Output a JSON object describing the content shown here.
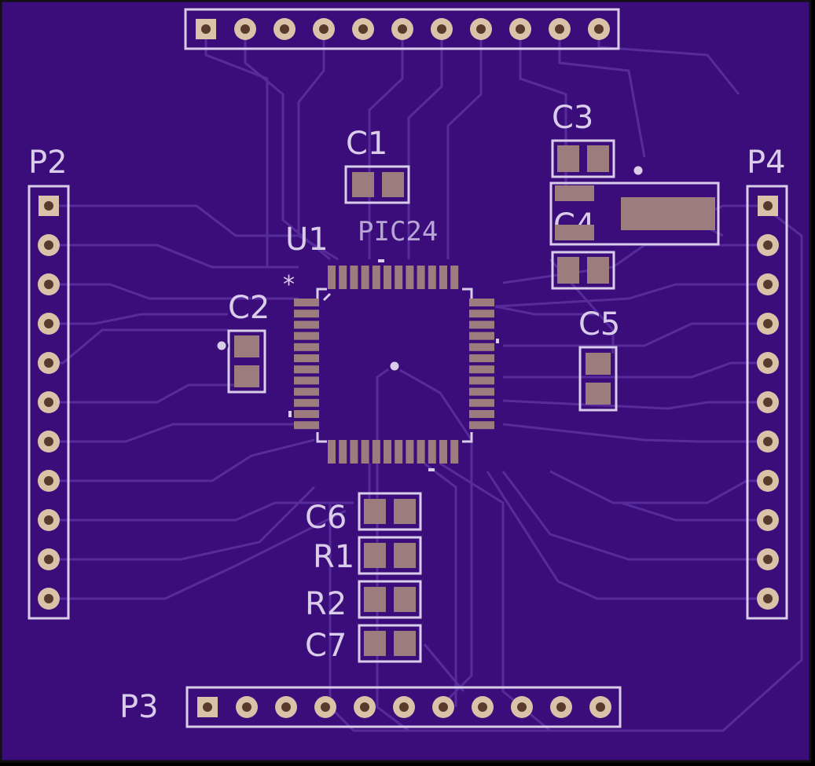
{
  "colors": {
    "board": "#3b0d7a",
    "edge": "#111111",
    "trace": "#5a2fa0",
    "silk": "#d9cdea",
    "pad": "#9c7c7c",
    "pin_ring": "#d8c2a8",
    "pin_hole": "#5a3a2a"
  },
  "labels": {
    "p2": "P2",
    "p3": "P3",
    "p4": "P4",
    "c1": "C1",
    "c2": "C2",
    "c3": "C3",
    "c4": "C4",
    "c5": "C5",
    "c6": "C6",
    "c7": "C7",
    "r1": "R1",
    "r2": "R2",
    "u1": "U1",
    "chip": "PIC24",
    "pin1_mark": "*"
  }
}
